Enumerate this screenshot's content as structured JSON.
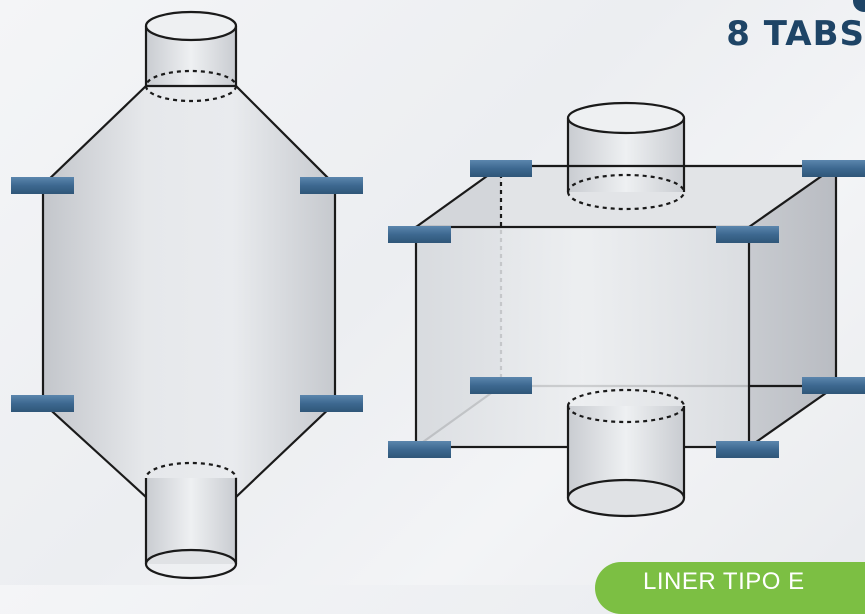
{
  "header": {
    "title": "8 TABS"
  },
  "badge": {
    "label": "LINER TIPO E"
  },
  "colors": {
    "tab": "#3d6890",
    "line": "#1a1a1a",
    "fill_light": "#e7e9ec",
    "fill_dark": "#c6c9ce",
    "accent_text": "#1e4466",
    "badge": "#7cbf43"
  },
  "diagrams": [
    {
      "name": "hexagonal-liner",
      "tabs": 4,
      "spouts": 2
    },
    {
      "name": "box-liner",
      "tabs": 8,
      "spouts": 2
    }
  ]
}
